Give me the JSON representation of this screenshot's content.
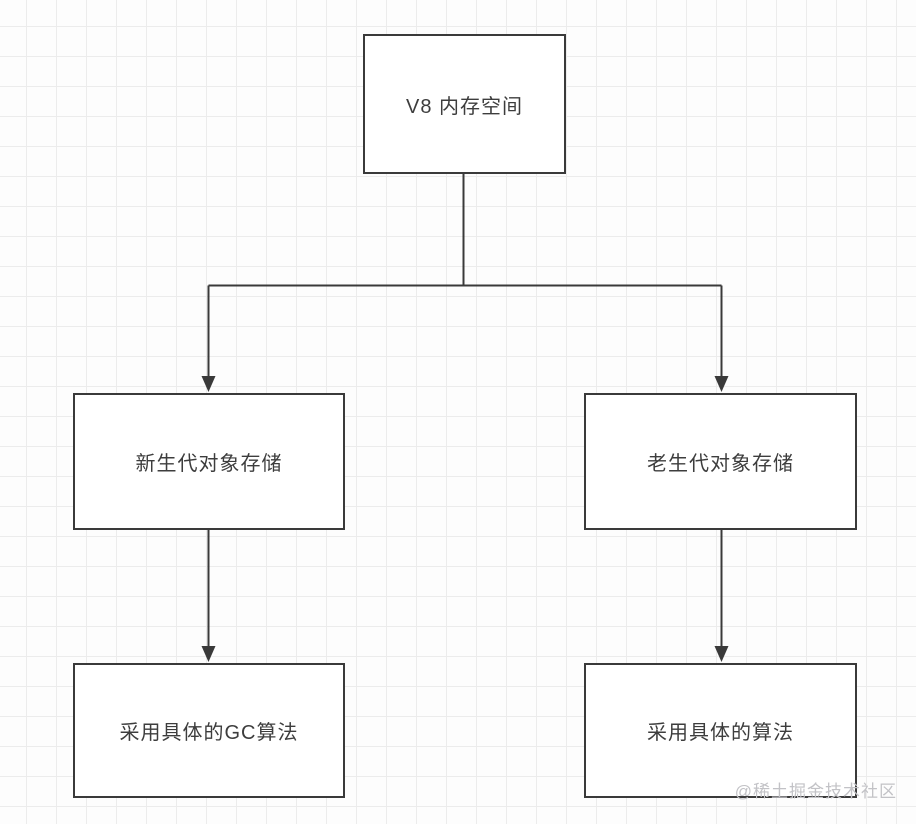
{
  "diagram": {
    "nodes": [
      {
        "id": "v8-memory",
        "label": "V8 内存空间"
      },
      {
        "id": "new-generation",
        "label": "新生代对象存储"
      },
      {
        "id": "old-generation",
        "label": "老生代对象存储"
      },
      {
        "id": "new-gen-gc",
        "label": "采用具体的GC算法"
      },
      {
        "id": "old-gen-gc",
        "label": "采用具体的算法"
      }
    ],
    "edges": [
      {
        "from": "v8-memory",
        "to": "new-generation"
      },
      {
        "from": "v8-memory",
        "to": "old-generation"
      },
      {
        "from": "new-generation",
        "to": "new-gen-gc"
      },
      {
        "from": "old-generation",
        "to": "old-gen-gc"
      }
    ]
  },
  "watermark": "@稀土掘金技术社区",
  "colors": {
    "line": "#3a3a3a",
    "box_border": "#3a3a3a",
    "text": "#3d3d3d",
    "watermark": "#c2c2c6",
    "grid_line": "#ececec",
    "background": "#fdfdfd",
    "box_fill": "#ffffff"
  }
}
